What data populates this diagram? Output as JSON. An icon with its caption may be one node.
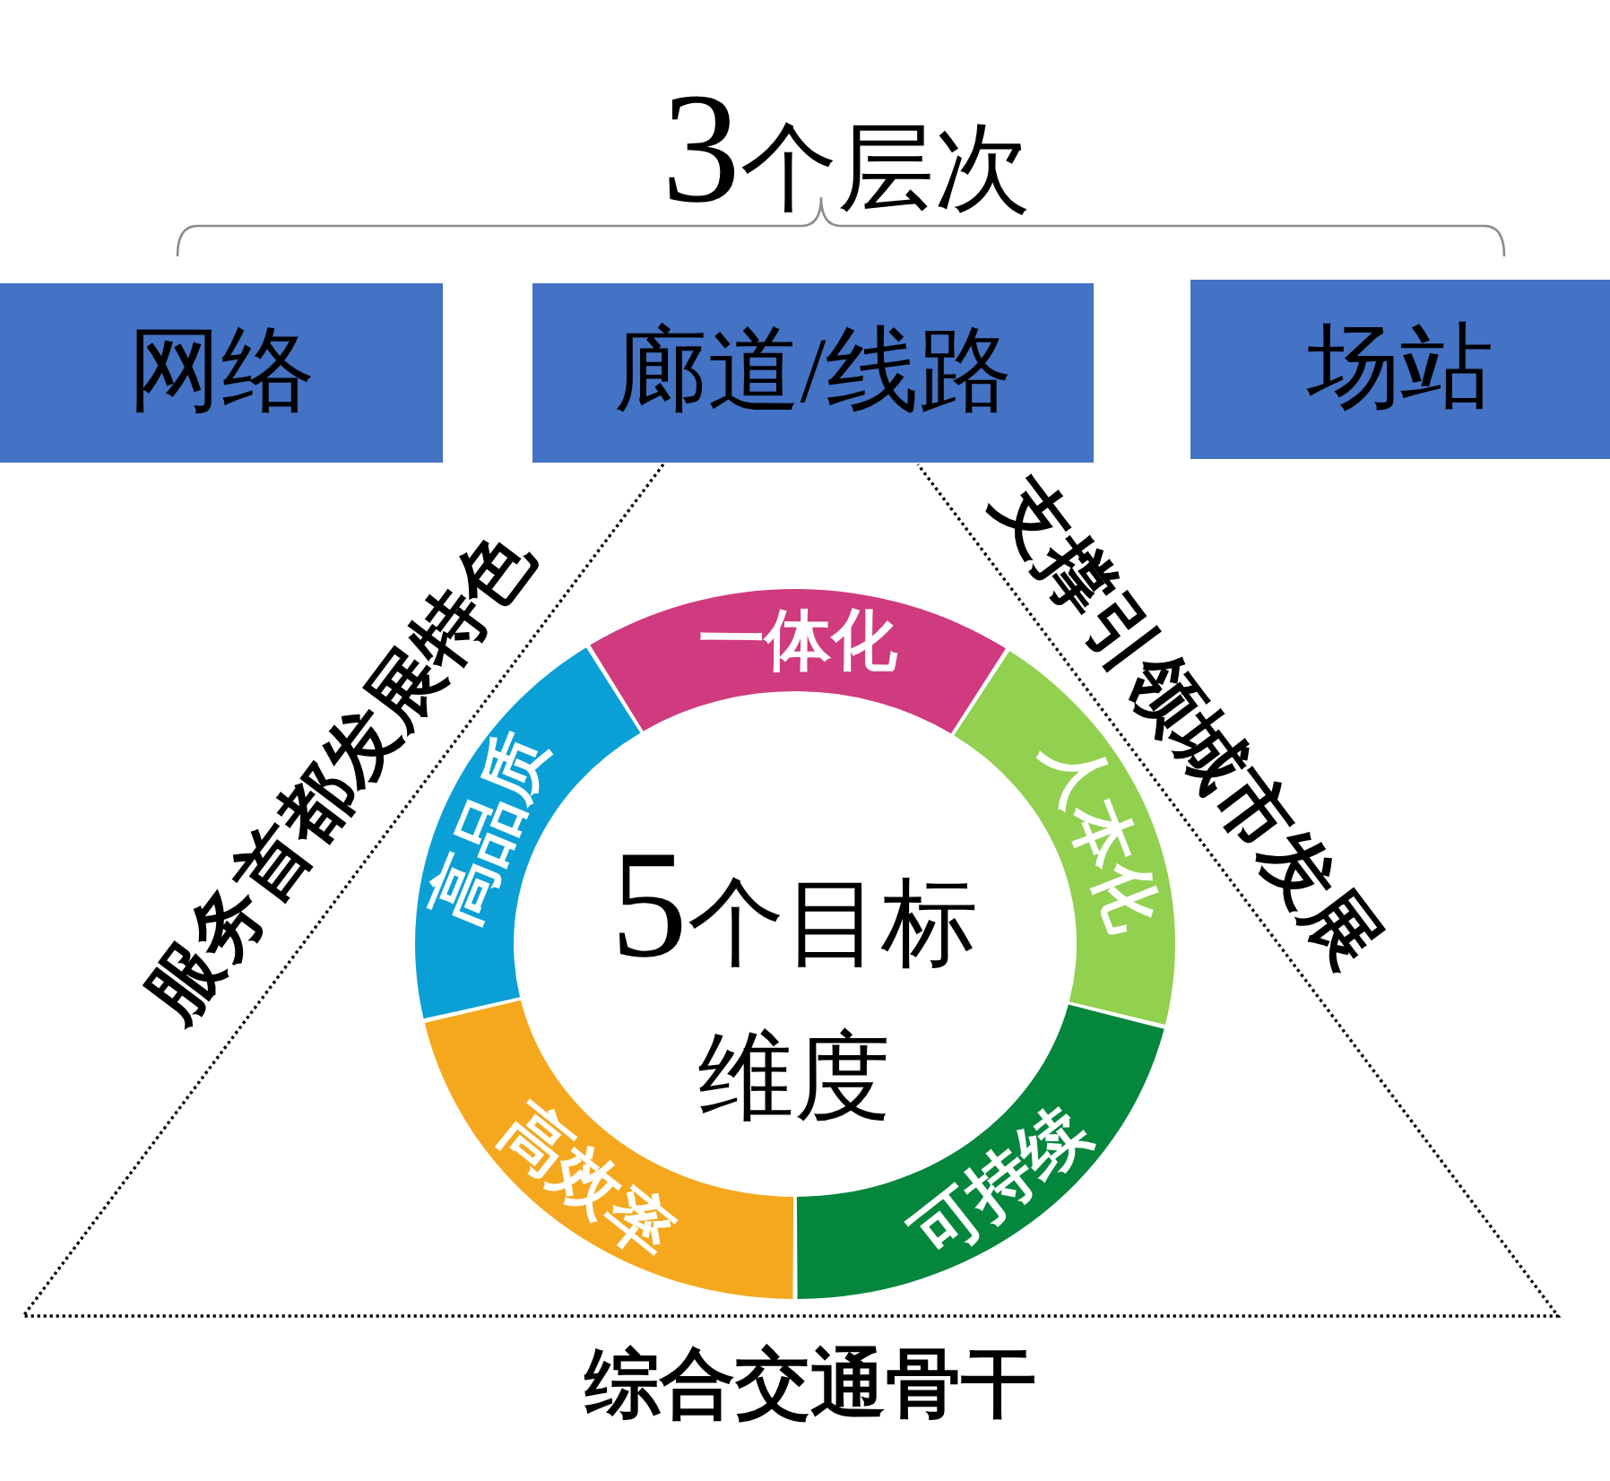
{
  "diagram": {
    "title": "3个层次",
    "nodes": [
      {
        "text": [
          "网络"
        ]
      },
      {
        "text": [
          "廊道/线路"
        ]
      },
      {
        "text": [
          "场站"
        ]
      },
      {
        "text": [
          "一体化"
        ]
      },
      {
        "text": [
          "人本化"
        ]
      },
      {
        "text": [
          "可持续"
        ]
      },
      {
        "text": [
          "高效率"
        ]
      },
      {
        "text": [
          "高品质"
        ]
      }
    ],
    "labels": [
      "服务首都发展特色",
      "支撑引领城市发展",
      "5个目标维度",
      "综合交通骨干"
    ]
  }
}
